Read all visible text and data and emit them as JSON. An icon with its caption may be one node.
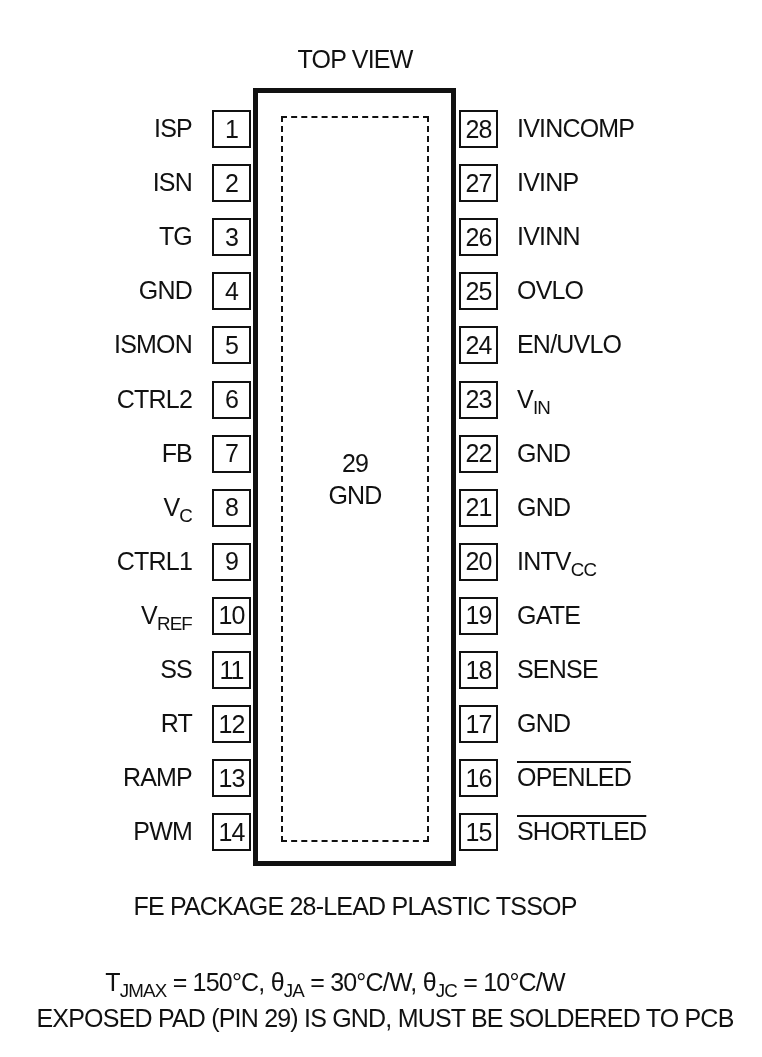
{
  "diagram": {
    "nodes": [
      {
        "text": [],
        "shape": "box"
      },
      {
        "text": [
          "29 GND"
        ],
        "in": 0
      },
      {
        "text": [
          "1"
        ],
        "beside": [
          "ISP"
        ]
      },
      {
        "text": [
          "28"
        ],
        "beside": [
          "IVINCOMP"
        ]
      },
      {
        "text": [
          "2"
        ],
        "beside": [
          "ISN"
        ]
      },
      {
        "text": [
          "27"
        ],
        "beside": [
          "IVINP"
        ]
      },
      {
        "text": [
          "3"
        ],
        "beside": [
          "TG"
        ]
      },
      {
        "text": [
          "26"
        ],
        "beside": [
          "IVINN"
        ]
      },
      {
        "text": [
          "4"
        ],
        "beside": [
          "GND"
        ]
      },
      {
        "text": [
          "25"
        ],
        "beside": [
          "OVLO"
        ]
      },
      {
        "text": [
          "5"
        ],
        "beside": [
          "ISMON"
        ]
      },
      {
        "text": [
          "24"
        ],
        "beside": [
          "EN/UVLO"
        ]
      },
      {
        "text": [
          "6"
        ],
        "beside": [
          "CTRL2"
        ]
      },
      {
        "text": [
          "23"
        ],
        "beside": [
          "V$_{IN}$"
        ]
      },
      {
        "text": [
          "7"
        ],
        "beside": [
          "FB"
        ]
      },
      {
        "text": [
          "22"
        ],
        "beside": [
          "GND"
        ]
      },
      {
        "text": [
          "8"
        ],
        "beside": [
          "V$_{C}$"
        ]
      },
      {
        "text": [
          "21"
        ],
        "beside": [
          "GND"
        ]
      },
      {
        "text": [
          "9"
        ],
        "beside": [
          "CTRL1"
        ]
      },
      {
        "text": [
          "20"
        ],
        "beside": [
          "INTV$_{CC}$"
        ]
      },
      {
        "text": [
          "10"
        ],
        "beside": [
          "V$_{REF}$"
        ]
      },
      {
        "text": [
          "19"
        ],
        "beside": [
          "GATE"
        ]
      },
      {
        "text": [
          "11"
        ],
        "beside": [
          "SS"
        ]
      },
      {
        "text": [
          "18"
        ],
        "beside": [
          "SENSE"
        ]
      },
      {
        "text": [
          "12"
        ],
        "beside": [
          "RT"
        ]
      },
      {
        "text": [
          "17"
        ],
        "beside": [
          "GND"
        ]
      },
      {
        "text": [
          "13"
        ],
        "beside": [
          "RAMP"
        ]
      },
      {
        "text": [
          "16"
        ],
        "beside": [
          "OPENLED"
        ]
      },
      {
        "text": [
          "14"
        ],
        "beside": [
          "PWM"
        ]
      },
      {
        "text": [
          "15"
        ],
        "beside": [
          "SHORTLED"
        ]
      }
    ],
    "labels": [
      "TOP VIEW",
      "FE PACKAGE 28-LEAD PLASTIC TSSOP",
      "T$_{JMAX}$ = 150°C, θ$_{JA}$ = 30°C/W, θ$_{JC}$ = 10°C/W",
      "EXPOSED PAD (PIN 29) IS GND, MUST BE SOLDERED TO PCB"
    ]
  }
}
